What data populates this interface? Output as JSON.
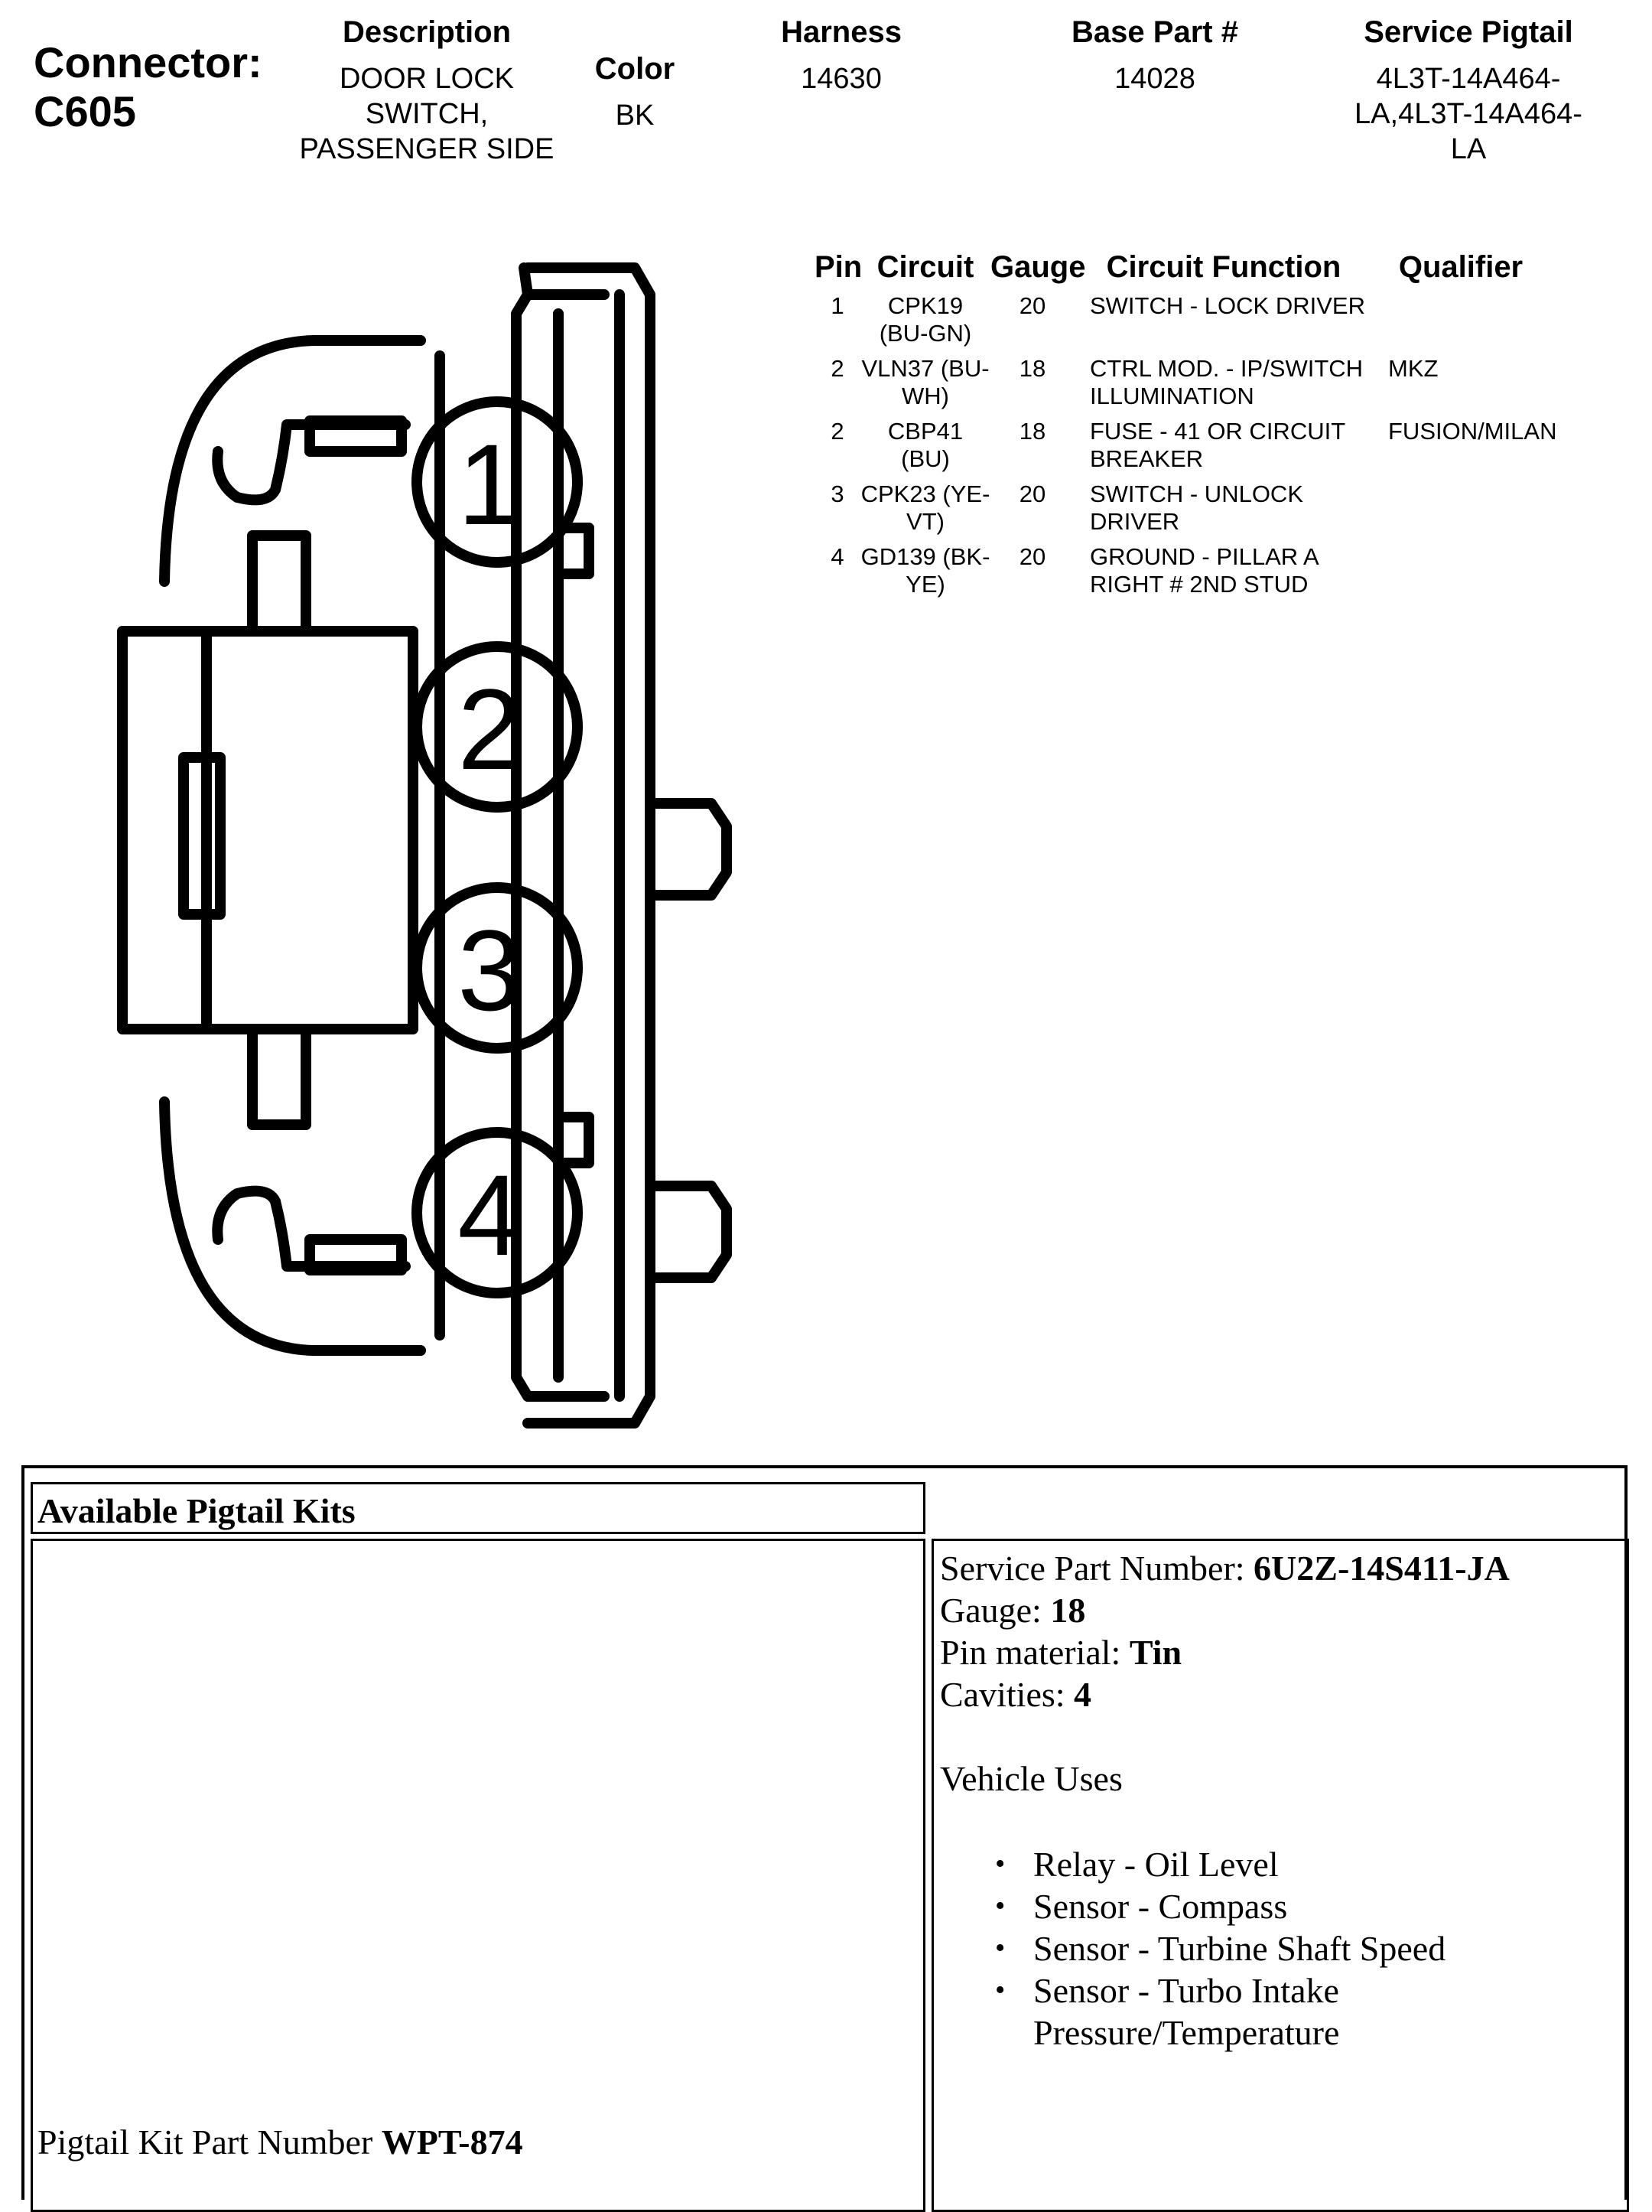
{
  "connector": {
    "label": "Connector:",
    "id": "C605"
  },
  "header": {
    "description_label": "Description",
    "description_value": "DOOR LOCK SWITCH, PASSENGER SIDE",
    "color_label": "Color",
    "color_value": "BK",
    "harness_label": "Harness",
    "harness_value": "14630",
    "base_part_label": "Base Part #",
    "base_part_value": "14028",
    "service_pigtail_label": "Service Pigtail",
    "service_pigtail_value": "4L3T-14A464-LA,4L3T-14A464-LA"
  },
  "pin_table": {
    "headers": [
      "Pin",
      "Circuit",
      "Gauge",
      "Circuit Function",
      "Qualifier"
    ],
    "rows": [
      {
        "pin": "1",
        "circuit": "CPK19 (BU-GN)",
        "gauge": "20",
        "function": "SWITCH - LOCK DRIVER",
        "qualifier": ""
      },
      {
        "pin": "2",
        "circuit": "VLN37 (BU-WH)",
        "gauge": "18",
        "function": "CTRL MOD. - IP/SWITCH ILLUMINATION",
        "qualifier": "MKZ"
      },
      {
        "pin": "2",
        "circuit": "CBP41 (BU)",
        "gauge": "18",
        "function": "FUSE - 41 OR CIRCUIT BREAKER",
        "qualifier": "FUSION/MILAN"
      },
      {
        "pin": "3",
        "circuit": "CPK23 (YE-VT)",
        "gauge": "20",
        "function": "SWITCH - UNLOCK DRIVER",
        "qualifier": ""
      },
      {
        "pin": "4",
        "circuit": "GD139 (BK-YE)",
        "gauge": "20",
        "function": "GROUND - PILLAR A RIGHT # 2ND STUD",
        "qualifier": ""
      }
    ]
  },
  "diagram": {
    "pin_labels": [
      "1",
      "2",
      "3",
      "4"
    ]
  },
  "pigtail": {
    "title": "Available Pigtail Kits",
    "kit_part_label": "Pigtail Kit Part Number",
    "kit_part_value": "WPT-874",
    "service_part_label": "Service Part Number:",
    "service_part_value": "6U2Z-14S411-JA",
    "gauge_label": "Gauge:",
    "gauge_value": "18",
    "pin_material_label": "Pin material:",
    "pin_material_value": "Tin",
    "cavities_label": "Cavities:",
    "cavities_value": "4",
    "vehicle_uses_label": "Vehicle Uses",
    "vehicle_uses": [
      "Relay - Oil Level",
      "Sensor - Compass",
      "Sensor - Turbine Shaft Speed",
      "Sensor - Turbo Intake Pressure/Temperature"
    ]
  }
}
